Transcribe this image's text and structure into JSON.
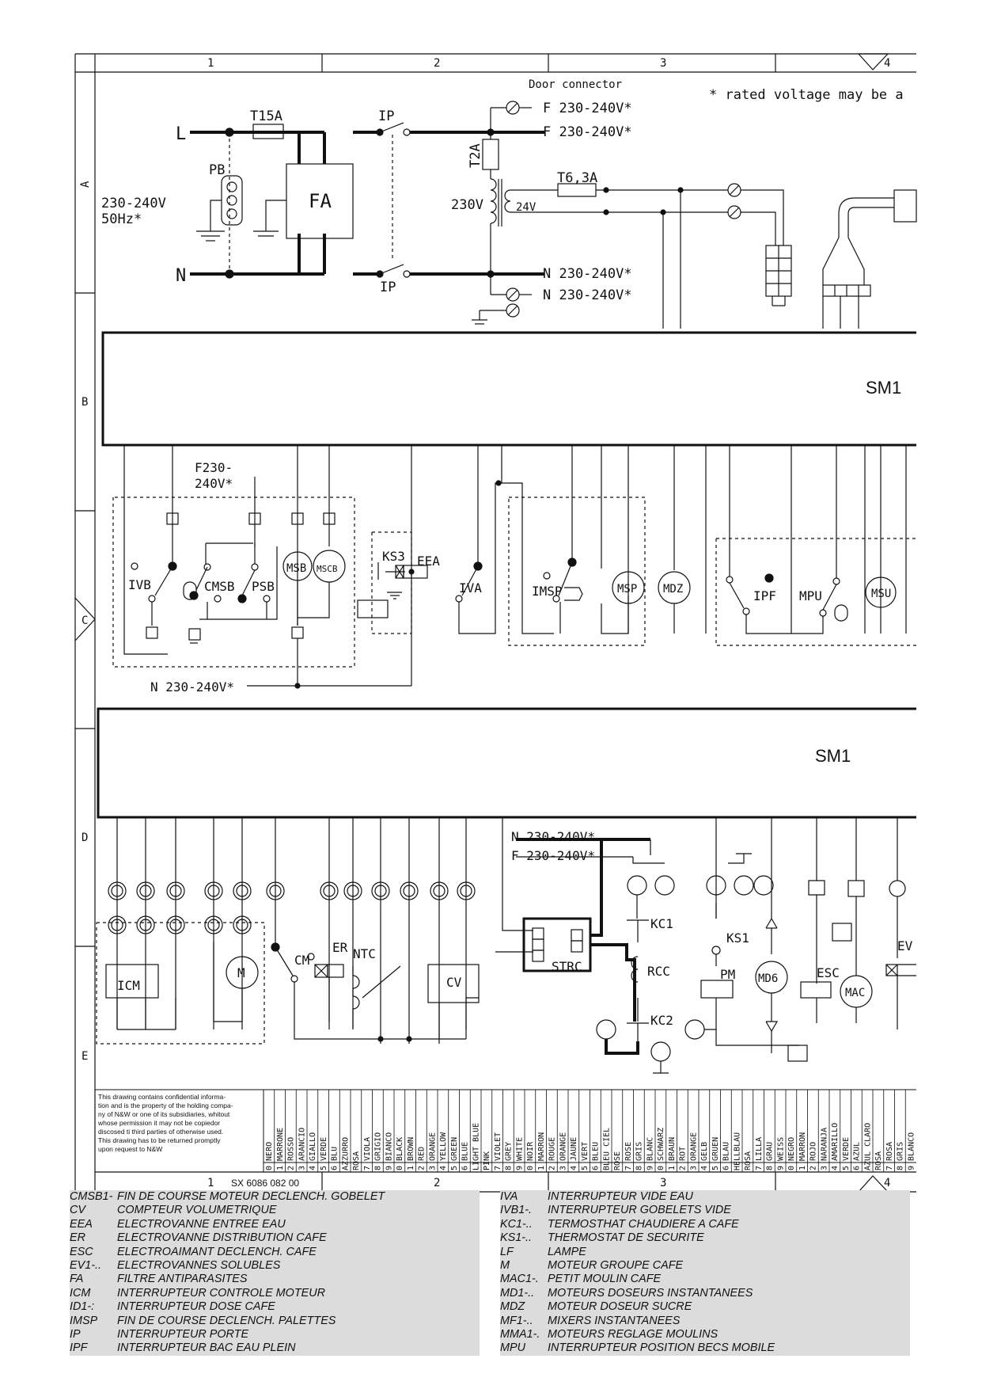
{
  "frame": {
    "columns": [
      "1",
      "2",
      "3",
      "4"
    ],
    "rows": [
      "A",
      "B",
      "C",
      "D",
      "E"
    ],
    "drawing_number": "SX 6086 082 00"
  },
  "notes": {
    "rated_voltage": "* rated voltage may be a",
    "supply": "230-240V",
    "frequency": "50Hz*",
    "door_connector": "Door connector",
    "f_out_1": "F 230-240V*",
    "f_out_2": "F 230-240V*",
    "n_out_1": "N 230-240V*",
    "n_out_2": "N 230-240V*",
    "f230": "F230-",
    "f230b": "240V*",
    "n_bus": "N 230-240V*",
    "n_d": "N 230-240V*",
    "f_d": "F 230-240V*",
    "sm1_top": "SM1",
    "sm1_bottom": "SM1",
    "confidential": [
      "This drawing contains confidential informa-",
      "tion and is the property of the holding compa-",
      "ny of N&W or one of its subsidiaries, whitout",
      "whose permission it may not be copiedor",
      "discosed ti third parties of otherwise used.",
      "This drawing has to be returned promptly",
      "upon request to N&W"
    ]
  },
  "components": {
    "L": "L",
    "N": "N",
    "T15A": "T15A",
    "PB": "PB",
    "FA": "FA",
    "IP_top": "IP",
    "IP_bottom": "IP",
    "T2A": "T2A",
    "T63A": "T6,3A",
    "v230": "230V",
    "v24": "24V",
    "IVB": "IVB",
    "CMSB": "CMSB",
    "PSB": "PSB",
    "MSB": "MSB",
    "MSCB": "MSCB",
    "KS3": "KS3",
    "EEA": "EEA",
    "IVA": "IVA",
    "IMSP": "IMSP",
    "MSP": "MSP",
    "MDZ": "MDZ",
    "IPF": "IPF",
    "MPU": "MPU",
    "MSU": "MSU",
    "ICM": "ICM",
    "M": "M",
    "CM": "CM",
    "ER": "ER",
    "NTC": "NTC",
    "CV": "CV",
    "STRC": "STRC",
    "KC1": "KC1",
    "RCC": "RCC",
    "KC2": "KC2",
    "KS1": "KS1",
    "PM": "PM",
    "MD6": "MD6",
    "ESC": "ESC",
    "MAC": "MAC",
    "EV": "EV"
  },
  "wire_colors": [
    {
      "n": "0",
      "name": "NERO"
    },
    {
      "n": "1",
      "name": "MARRONE"
    },
    {
      "n": "2",
      "name": "ROSSO"
    },
    {
      "n": "3",
      "name": "ARANCIO"
    },
    {
      "n": "4",
      "name": "GIALLO"
    },
    {
      "n": "5",
      "name": "VERDE"
    },
    {
      "n": "6",
      "name": "BLU"
    },
    {
      "n": "",
      "name": "AZZURRO"
    },
    {
      "n": "",
      "name": "ROSA"
    },
    {
      "n": "7",
      "name": "VIOLA"
    },
    {
      "n": "8",
      "name": "GRIGIO"
    },
    {
      "n": "9",
      "name": "BIANCO"
    },
    {
      "n": "0",
      "name": "BLACK"
    },
    {
      "n": "1",
      "name": "BROWN"
    },
    {
      "n": "2",
      "name": "RED"
    },
    {
      "n": "3",
      "name": "ORANGE"
    },
    {
      "n": "4",
      "name": "YELLOW"
    },
    {
      "n": "5",
      "name": "GREEN"
    },
    {
      "n": "6",
      "name": "BLUE"
    },
    {
      "n": "",
      "name": "LIGHT BLUE"
    },
    {
      "n": "",
      "name": "PINK"
    },
    {
      "n": "7",
      "name": "VIOLET"
    },
    {
      "n": "8",
      "name": "GREY"
    },
    {
      "n": "9",
      "name": "WHITE"
    },
    {
      "n": "0",
      "name": "NOIR"
    },
    {
      "n": "1",
      "name": "MARRON"
    },
    {
      "n": "2",
      "name": "ROUGE"
    },
    {
      "n": "3",
      "name": "ORANGE"
    },
    {
      "n": "4",
      "name": "JAUNE"
    },
    {
      "n": "5",
      "name": "VERT"
    },
    {
      "n": "6",
      "name": "BLEU"
    },
    {
      "n": "",
      "name": "BLEU CIEL"
    },
    {
      "n": "",
      "name": "ROSE"
    },
    {
      "n": "7",
      "name": "ROSE"
    },
    {
      "n": "8",
      "name": "GRIS"
    },
    {
      "n": "9",
      "name": "BLANC"
    },
    {
      "n": "0",
      "name": "SCHWARZ"
    },
    {
      "n": "1",
      "name": "BRAUN"
    },
    {
      "n": "2",
      "name": "ROT"
    },
    {
      "n": "3",
      "name": "ORANGE"
    },
    {
      "n": "4",
      "name": "GELB"
    },
    {
      "n": "5",
      "name": "GRUEN"
    },
    {
      "n": "6",
      "name": "BLAU"
    },
    {
      "n": "",
      "name": "HELLBLAU"
    },
    {
      "n": "",
      "name": "ROSA"
    },
    {
      "n": "7",
      "name": "LILLA"
    },
    {
      "n": "8",
      "name": "GRAU"
    },
    {
      "n": "9",
      "name": "WEISS"
    },
    {
      "n": "0",
      "name": "NEGRO"
    },
    {
      "n": "1",
      "name": "MARRON"
    },
    {
      "n": "2",
      "name": "ROJO"
    },
    {
      "n": "3",
      "name": "NARANJA"
    },
    {
      "n": "4",
      "name": "AMARILLO"
    },
    {
      "n": "5",
      "name": "VERDE"
    },
    {
      "n": "6",
      "name": "AZUL"
    },
    {
      "n": "",
      "name": "AZUL CLARO"
    },
    {
      "n": "",
      "name": "ROSA"
    },
    {
      "n": "7",
      "name": "ROSA"
    },
    {
      "n": "8",
      "name": "GRIS"
    },
    {
      "n": "9",
      "name": "BLANCO"
    }
  ],
  "legend_left": [
    {
      "code": "CMSB1-",
      "desc": "FIN DE COURSE MOTEUR DECLENCH. GOBELET"
    },
    {
      "code": "CV",
      "desc": "COMPTEUR VOLUMETRIQUE"
    },
    {
      "code": "EEA",
      "desc": "ELECTROVANNE ENTREE EAU"
    },
    {
      "code": "ER",
      "desc": "ELECTROVANNE DISTRIBUTION CAFE"
    },
    {
      "code": "ESC",
      "desc": "ELECTROAIMANT DECLENCH. CAFE"
    },
    {
      "code": "EV1-..",
      "desc": "ELECTROVANNES SOLUBLES"
    },
    {
      "code": "FA",
      "desc": "FILTRE ANTIPARASITES"
    },
    {
      "code": "ICM",
      "desc": "INTERRUPTEUR CONTROLE MOTEUR"
    },
    {
      "code": "ID1-:",
      "desc": "INTERRUPTEUR DOSE CAFE"
    },
    {
      "code": "IMSP",
      "desc": "FIN DE COURSE DECLENCH. PALETTES"
    },
    {
      "code": "IP",
      "desc": "INTERRUPTEUR PORTE"
    },
    {
      "code": "IPF",
      "desc": "INTERRUPTEUR BAC EAU PLEIN"
    }
  ],
  "legend_right": [
    {
      "code": "IVA",
      "desc": "INTERRUPTEUR VIDE EAU"
    },
    {
      "code": "IVB1-.",
      "desc": "INTERRUPTEUR GOBELETS VIDE"
    },
    {
      "code": "KC1-..",
      "desc": "TERMOSTHAT CHAUDIERE A CAFE"
    },
    {
      "code": "KS1-..",
      "desc": "THERMOSTAT DE SECURITE"
    },
    {
      "code": "LF",
      "desc": "LAMPE"
    },
    {
      "code": "M",
      "desc": "MOTEUR GROUPE CAFE"
    },
    {
      "code": "MAC1-.",
      "desc": "PETIT MOULIN CAFE"
    },
    {
      "code": "MD1-..",
      "desc": "MOTEURS DOSEURS INSTANTANEES"
    },
    {
      "code": "MDZ",
      "desc": "MOTEUR DOSEUR SUCRE"
    },
    {
      "code": "MF1-..",
      "desc": "MIXERS INSTANTANEES"
    },
    {
      "code": "MMA1-.",
      "desc": "MOTEURS REGLAGE MOULINS"
    },
    {
      "code": "MPU",
      "desc": "INTERRUPTEUR POSITION BECS MOBILE"
    }
  ]
}
